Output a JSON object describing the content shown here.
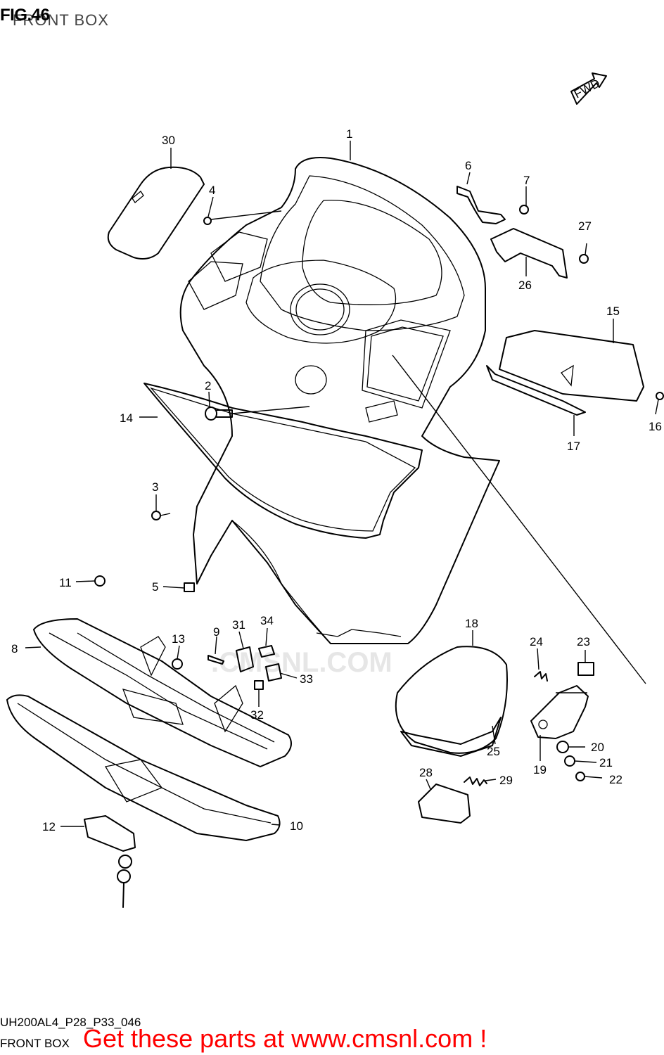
{
  "header": {
    "figure_label": "FIG.46",
    "subtitle": "FRONT BOX",
    "fwd_label": "FWD"
  },
  "footer": {
    "diagram_code": "UH200AL4_P28_P33_046",
    "diagram_name": "FRONT BOX",
    "promo": "Get these parts at www.cmsnl.com !"
  },
  "watermark": ".CMSNL.COM",
  "callouts": {
    "c1": "1",
    "c2": "2",
    "c3": "3",
    "c4": "4",
    "c5": "5",
    "c6": "6",
    "c7": "7",
    "c8": "8",
    "c9": "9",
    "c10": "10",
    "c11": "11",
    "c12": "12",
    "c13": "13",
    "c14": "14",
    "c15": "15",
    "c16": "16",
    "c17": "17",
    "c18": "18",
    "c19": "19",
    "c20": "20",
    "c21": "21",
    "c22": "22",
    "c23": "23",
    "c24": "24",
    "c25": "25",
    "c26": "26",
    "c27": "27",
    "c28": "28",
    "c29": "29",
    "c30": "30",
    "c31": "31",
    "c32": "32",
    "c33": "33",
    "c34": "34"
  },
  "colors": {
    "promo": "#ff0000",
    "line": "#000000",
    "watermark": "#e6e6e6"
  }
}
